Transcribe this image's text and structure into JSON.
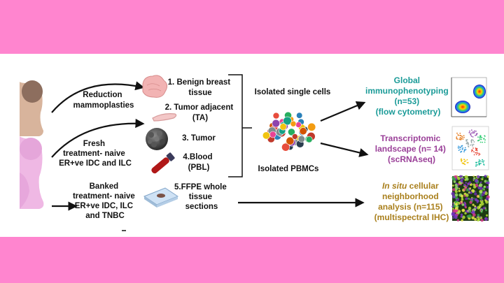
{
  "colors": {
    "band": "#ff85cf",
    "teal": "#1b9b98",
    "purple": "#9a3f98",
    "gold": "#a97f1c",
    "text": "#111111"
  },
  "sources": {
    "reduction": [
      "Reduction",
      "mammoplasties"
    ],
    "fresh": [
      "Fresh",
      "treatment- naive",
      "ER+ve IDC and ILC"
    ],
    "banked": [
      "Banked",
      "treatment- naive",
      "ER+ve IDC, ILC",
      "and TNBC"
    ]
  },
  "samples": {
    "s1": [
      "1. Benign breast",
      "tissue"
    ],
    "s2": [
      "2. Tumor adjacent",
      "(TA)"
    ],
    "s3": [
      "3. Tumor"
    ],
    "s4": [
      "4.Blood",
      "(PBL)"
    ],
    "s5": [
      "5.FFPE whole",
      "tissue",
      "sections"
    ]
  },
  "processing": {
    "top": "Isolated single cells",
    "bottom": "Isolated PBMCs"
  },
  "outputs": {
    "global": [
      "Global",
      "immunophenotyping",
      "(n=53)",
      "(flow cytometry)"
    ],
    "transcriptomic": [
      "Transcriptomic",
      "landscape (n= 14)",
      "(scRNAseq)"
    ],
    "insitu": {
      "italic": "In situ",
      "rest_first": " cellular",
      "lines": [
        "neighborhood",
        "analysis (n=115)",
        "(multispectral IHC)"
      ]
    }
  },
  "icons": [
    "female-silhouette-icon",
    "benign-tissue-icon",
    "tumor-adjacent-icon",
    "tumor-icon",
    "blood-tube-icon",
    "ffpe-slide-icon",
    "cells-cluster-icon",
    "flow-cytometry-plot-icon",
    "scrnaseq-tsne-icon",
    "multispectral-ihc-image-icon"
  ]
}
